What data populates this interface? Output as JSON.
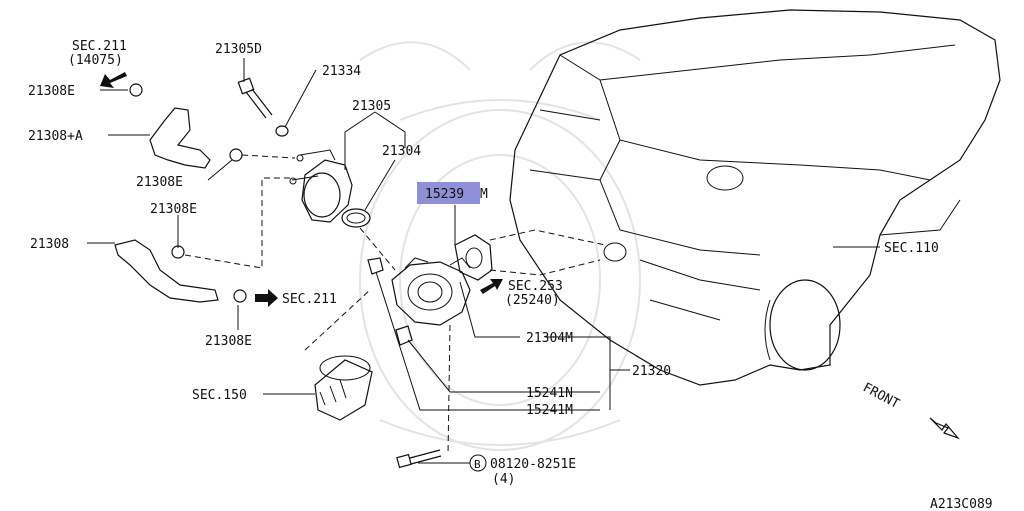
{
  "diagram_id": "A213C089",
  "labels": {
    "sec211_top": "SEC.211",
    "sec211_top_sub": "(14075)",
    "p21308E_a": "21308E",
    "p21308A": "21308+A",
    "p21308E_b": "21308E",
    "p21308E_c": "21308E",
    "p21308": "21308",
    "p21308E_d": "21308E",
    "sec211_right": "SEC.211",
    "p21305D": "21305D",
    "p21334": "21334",
    "p21305": "21305",
    "p21304": "21304",
    "p15239M_num": "15239",
    "p15239M_suffix": "M",
    "sec253": "SEC.253",
    "sec253_sub": "(25240)",
    "p21304M": "21304M",
    "p21320": "21320",
    "p15241N": "15241N",
    "p15241M": "15241M",
    "sec150": "SEC.150",
    "bolt_code": "B",
    "bolt": "08120-8251E",
    "bolt_qty": "(4)",
    "sec110": "SEC.110",
    "front": "FRONT"
  },
  "highlight_color": "#9090d8"
}
